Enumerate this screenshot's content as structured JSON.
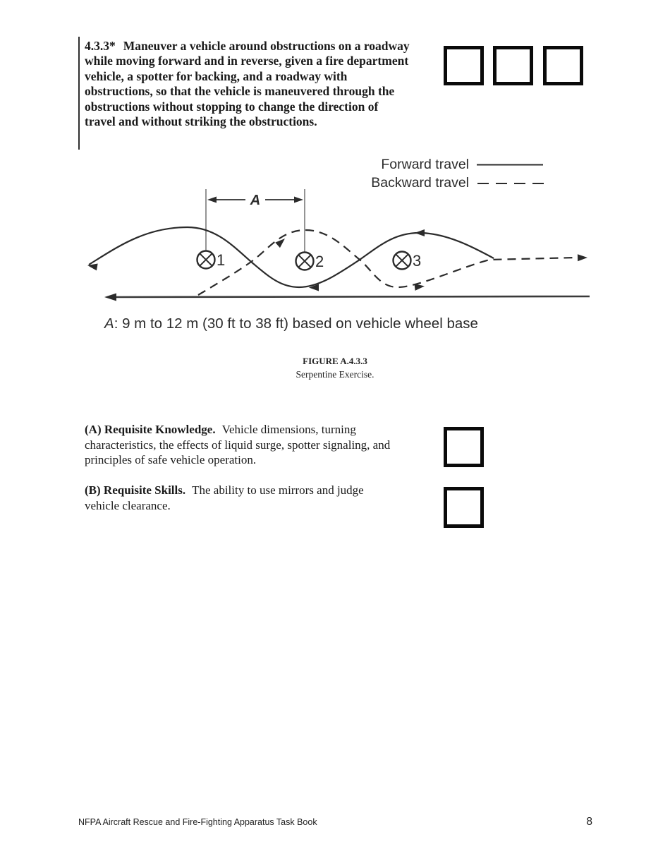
{
  "task": {
    "section_number": "4.3.3*",
    "body": "Maneuver a vehicle around obstructions on a roadway\nwhile moving forward and in reverse, given a fire department\nvehicle, a spotter for backing, and a roadway with\nobstructions, so that the vehicle is maneuvered through the\nobstructions without stopping to change the direction of\ntravel and without striking the obstructions."
  },
  "figure": {
    "legend": {
      "forward_label": "Forward travel",
      "backward_label": "Backward travel"
    },
    "dimension_label": "A",
    "cones": [
      "1",
      "2",
      "3"
    ],
    "caption_var": "A",
    "caption_text": ": 9 m to 12 m (30 ft to 38 ft) based on vehicle wheel base",
    "figure_number": "FIGURE A.4.3.3",
    "figure_title": "Serpentine Exercise."
  },
  "requisite_knowledge": {
    "label": "(A) Requisite Knowledge.",
    "body": "Vehicle dimensions, turning\ncharacteristics, the effects of liquid surge, spotter signaling, and\nprinciples of safe vehicle operation."
  },
  "requisite_skills": {
    "label": "(B) Requisite Skills.",
    "body": "The ability to use mirrors and judge\nvehicle clearance."
  },
  "footer": {
    "left_text": "NFPA Aircraft Rescue and Fire-Fighting Apparatus Task Book",
    "page_number": "8"
  },
  "colors": {
    "ink": "#1a1a1a",
    "diagram_stroke": "#2b2b2b"
  }
}
